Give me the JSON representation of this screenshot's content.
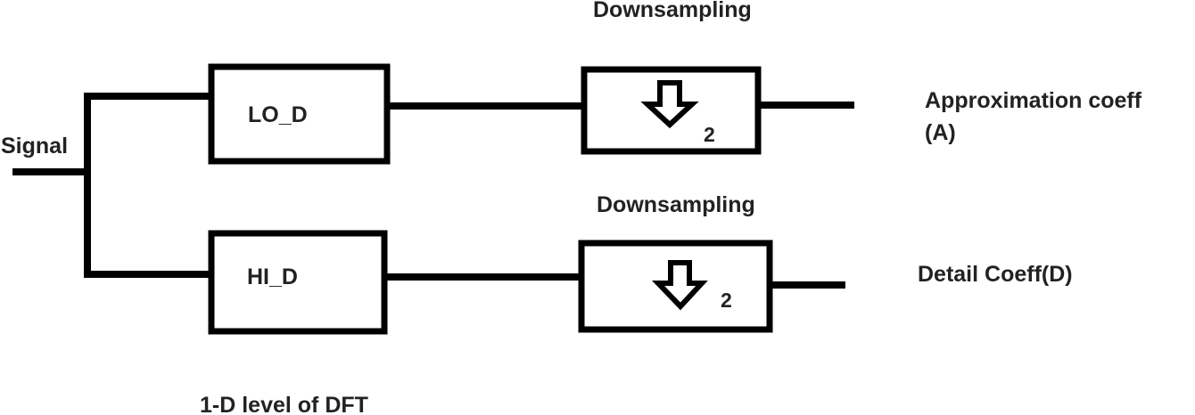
{
  "input": {
    "label": "Signal"
  },
  "filters": {
    "low": {
      "label": "LO_D"
    },
    "high": {
      "label": "HI_D"
    }
  },
  "downsamplers": {
    "top": {
      "title": "Downsampling",
      "factor": "2"
    },
    "bottom": {
      "title": "Downsampling",
      "factor": "2"
    }
  },
  "outputs": {
    "approximation": {
      "line1": "Approximation coeff",
      "line2": "(A)"
    },
    "detail": {
      "label": "Detail Coeff(D)"
    }
  },
  "caption": "1-D level of DFT"
}
